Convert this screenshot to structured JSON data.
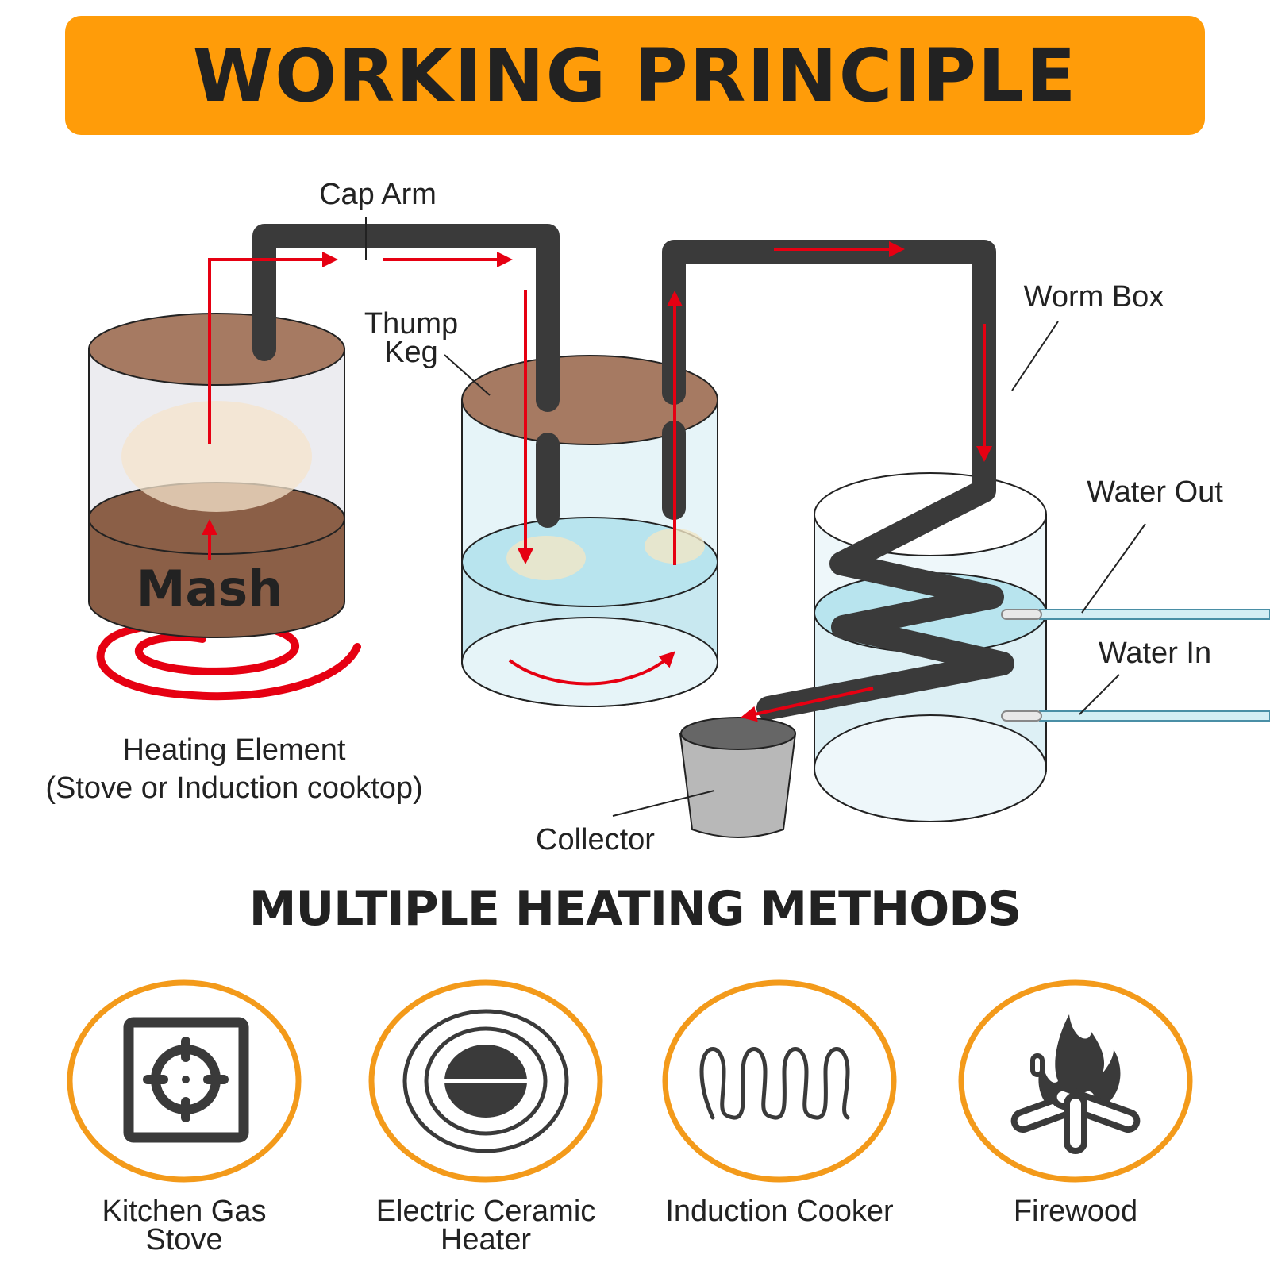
{
  "header": {
    "title": "WORKING PRINCIPLE"
  },
  "diagram": {
    "labels": {
      "cap_arm": "Cap Arm",
      "thump": "Thump",
      "keg": "Keg",
      "worm_box": "Worm Box",
      "water_out": "Water Out",
      "water_in": "Water In",
      "mash": "Mash",
      "heating_element": "Heating Element",
      "heating_element_note": "(Stove or Induction cooktop)",
      "collector": "Collector"
    }
  },
  "methods_section": {
    "title": "MULTIPLE HEATING METHODS",
    "items": [
      {
        "line1": "Kitchen Gas",
        "line2": "Stove",
        "icon": "gas-stove-icon"
      },
      {
        "line1": "Electric Ceramic",
        "line2": "Heater",
        "icon": "ceramic-heater-icon"
      },
      {
        "line1": "Induction Cooker",
        "line2": "",
        "icon": "induction-coil-icon"
      },
      {
        "line1": "Firewood",
        "line2": "",
        "icon": "fire-icon"
      }
    ]
  },
  "colors": {
    "banner": "#FF9C09",
    "accent": "#F39A1A",
    "pipe": "#3A3A3A",
    "flow_arrow": "#E60012",
    "mash": "#8B5F47",
    "lid": "#A67A62",
    "water": "#B8E4EE"
  }
}
